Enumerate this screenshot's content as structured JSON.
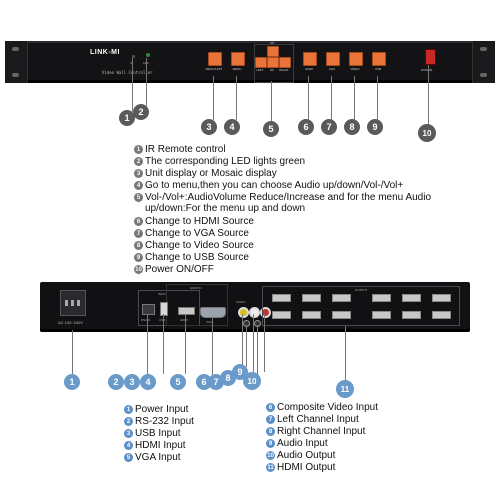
{
  "front": {
    "brand": "LINK-MI",
    "subtitle": "Video Wall Controller",
    "ir_label": "IR",
    "led_label": "LED",
    "buttons": [
      {
        "label": "MENU/UNIT",
        "num": "3"
      },
      {
        "label": "MENU",
        "num": "4"
      },
      {
        "label": "UP"
      },
      {
        "label": "LEFT"
      },
      {
        "label": "OK"
      },
      {
        "label": "RIGHT"
      },
      {
        "label": "HDMI",
        "num": "6"
      },
      {
        "label": "VGA",
        "num": "7"
      },
      {
        "label": "VIDEO",
        "num": "8"
      },
      {
        "label": "USB",
        "num": "9"
      }
    ],
    "dpad_num": "5",
    "ir_num": "1",
    "led_num": "2",
    "power_label": "POWER",
    "power_num": "10",
    "button_color": "#e8743a"
  },
  "front_legend": [
    {
      "n": "1",
      "text": "IR Remote control"
    },
    {
      "n": "2",
      "text": "The corresponding LED lights green"
    },
    {
      "n": "3",
      "text": "Unit display or Mosaic display"
    },
    {
      "n": "4",
      "text": "Go to menu,then you can choose Audio up/down/Vol-/Vol+"
    },
    {
      "n": "5",
      "text": "Vol-/Vol+:AudioVolume Reduce/Increase and for the menu Audio up/down:For the menu up and down"
    },
    {
      "n": "6",
      "text": "Change to HDMI Source"
    },
    {
      "n": "7",
      "text": "Change to VGA Source"
    },
    {
      "n": "8",
      "text": "Change to Video Source"
    },
    {
      "n": "9",
      "text": "Change to USB Source"
    },
    {
      "n": "10",
      "text": "Power ON/OFF"
    }
  ],
  "rear": {
    "ac_label": "AC 100~240V",
    "rs232_label": "RS232",
    "usb_label": "USB",
    "hdmi_in_label": "HDMI",
    "vga_label": "VGA",
    "input_label": "INPUT",
    "hdmi_in_group_label": "HDMI IN",
    "audio_label": "AUDIO",
    "output_label": "OUTPUT",
    "bubbles": [
      "1",
      "2",
      "3",
      "4",
      "5",
      "6",
      "7",
      "8",
      "9",
      "10",
      "11"
    ]
  },
  "rear_legend_left": [
    {
      "n": "1",
      "text": "Power Input"
    },
    {
      "n": "2",
      "text": "RS-232 Input"
    },
    {
      "n": "3",
      "text": "USB Input"
    },
    {
      "n": "4",
      "text": "HDMI Input"
    },
    {
      "n": "5",
      "text": "VGA Input"
    }
  ],
  "rear_legend_right": [
    {
      "n": "6",
      "text": "Composite Video Input"
    },
    {
      "n": "7",
      "text": "Left Channel Input"
    },
    {
      "n": "8",
      "text": "Right Channel Input"
    },
    {
      "n": "9",
      "text": "Audio Input"
    },
    {
      "n": "10",
      "text": "Audio Output"
    },
    {
      "n": "11",
      "text": "HDMI Output"
    }
  ]
}
